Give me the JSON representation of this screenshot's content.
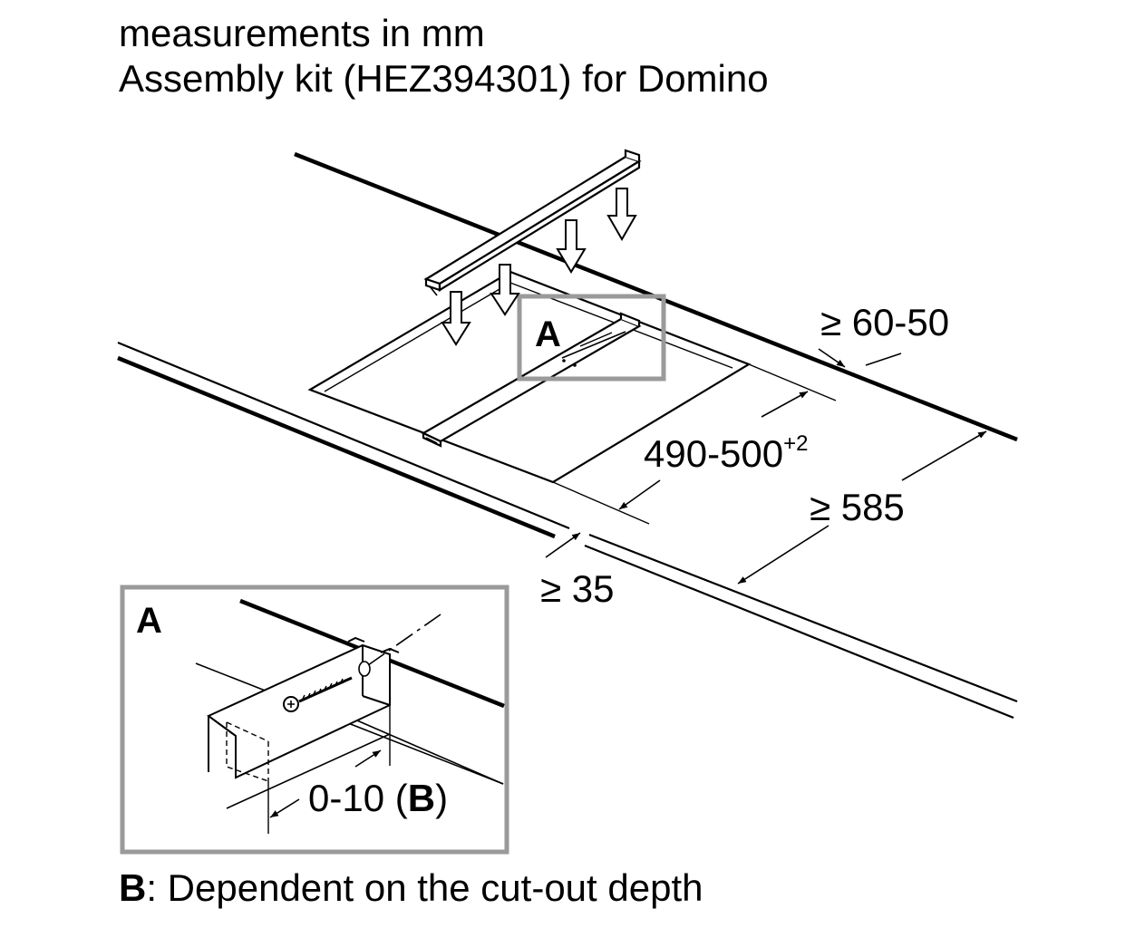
{
  "header": {
    "line1": "measurements in mm",
    "line2": "Assembly kit (HEZ394301) for Domino"
  },
  "dimensions": {
    "rear_margin": "≥ 60-50",
    "cutout_width": "490-500",
    "cutout_width_tolerance": "+2",
    "worktop_depth": "≥ 585",
    "front_margin": "≥ 35"
  },
  "callout": {
    "marker_label": "A"
  },
  "detail": {
    "label": "A",
    "dimension_prefix": "0-10 (",
    "dimension_bold": "B",
    "dimension_suffix": ")"
  },
  "footnote": {
    "key": "B",
    "text": ": Dependent on the cut-out depth"
  },
  "colors": {
    "line": "#000000",
    "frame": "#9a9a9a",
    "background": "#ffffff"
  },
  "icons": {
    "down_arrow": "down-arrow-icon",
    "screw": "screw-icon"
  }
}
